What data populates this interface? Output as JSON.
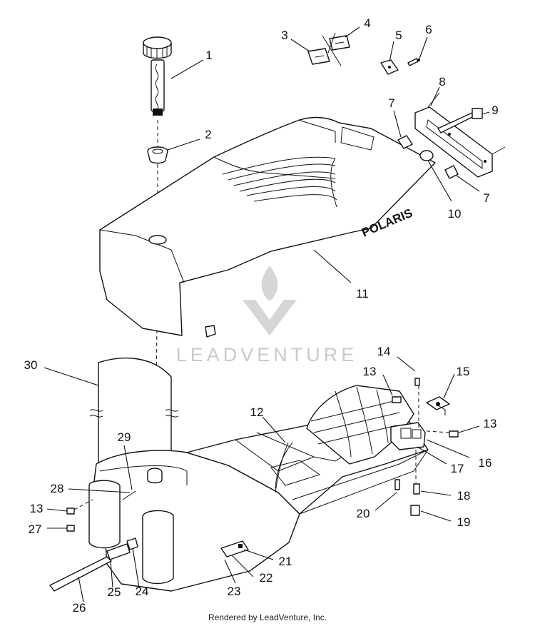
{
  "diagram": {
    "callouts": [
      "1",
      "2",
      "3",
      "4",
      "5",
      "6",
      "7",
      "8",
      "9",
      "7",
      "10",
      "11",
      "12",
      "13",
      "14",
      "15",
      "13",
      "16",
      "17",
      "18",
      "19",
      "20",
      "21",
      "22",
      "23",
      "24",
      "25",
      "26",
      "27",
      "13",
      "28",
      "29",
      "30"
    ],
    "seat_brand": "POLARIS",
    "watermark": "LEADVENTURE"
  },
  "footer": {
    "text": "Rendered by LeadVenture, Inc."
  }
}
